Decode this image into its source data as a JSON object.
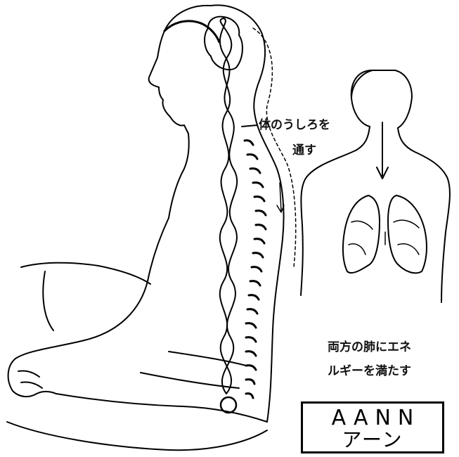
{
  "labels": {
    "back_line1": "体のうしろを",
    "back_line2": "通す",
    "lungs_line1": "両方の肺にエネ",
    "lungs_line2": "ルギーを満たす"
  },
  "title": {
    "latin": "AANN",
    "kana": "アーン"
  },
  "icons": [
    "seated-meditator-figure",
    "spine",
    "energy-helix",
    "back-view-torso",
    "left-lung",
    "right-lung",
    "downward-arrow",
    "base-energy-circle"
  ],
  "colors": {
    "ink": "#000000",
    "paper": "#ffffff"
  }
}
